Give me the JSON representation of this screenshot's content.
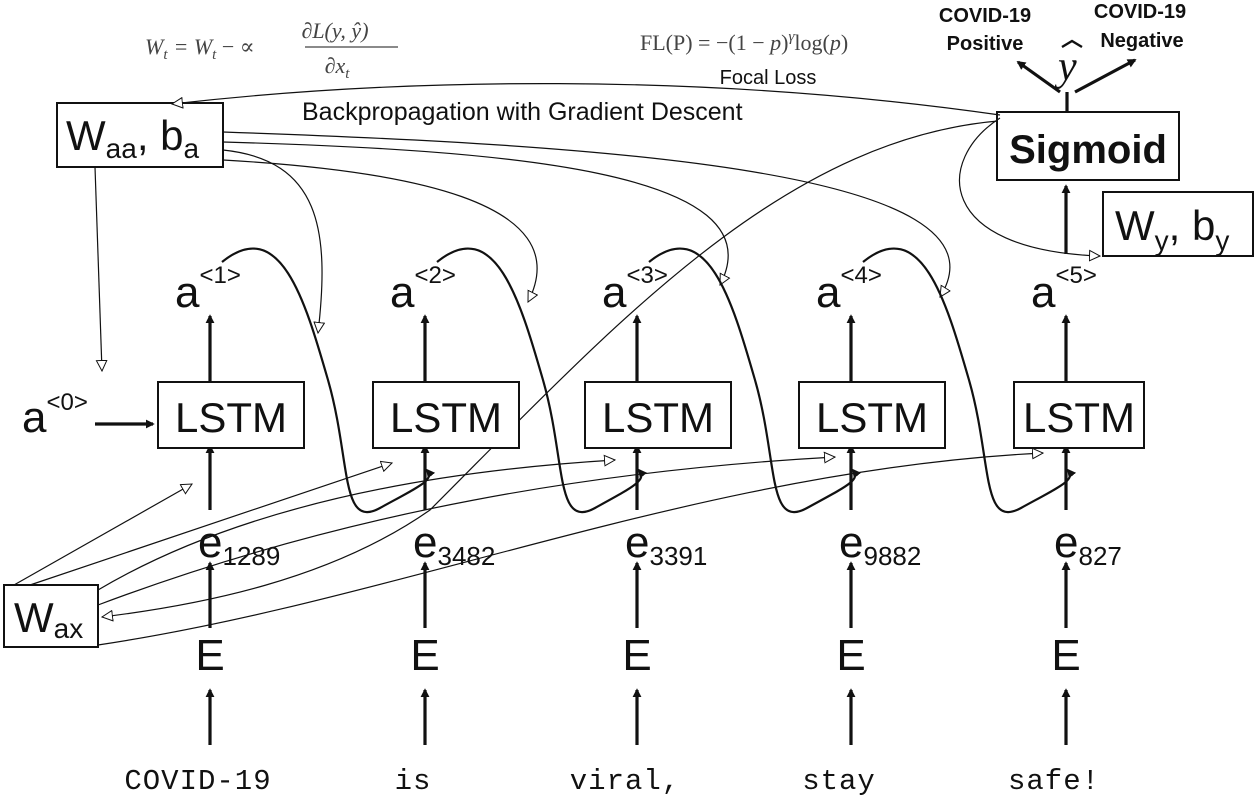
{
  "words": [
    "COVID-19",
    "is",
    "viral,",
    "stay",
    "safe!"
  ],
  "embedding_layer": "E",
  "embeddings": [
    {
      "base": "e",
      "sub": "1289"
    },
    {
      "base": "e",
      "sub": "3482"
    },
    {
      "base": "e",
      "sub": "3391"
    },
    {
      "base": "e",
      "sub": "9882"
    },
    {
      "base": "e",
      "sub": "827"
    }
  ],
  "cell_label": "LSTM",
  "activations": [
    {
      "base": "a",
      "sup": "<1>"
    },
    {
      "base": "a",
      "sup": "<2>"
    },
    {
      "base": "a",
      "sup": "<3>"
    },
    {
      "base": "a",
      "sup": "<4>"
    },
    {
      "base": "a",
      "sup": "<5>"
    }
  ],
  "initial_activation": {
    "base": "a",
    "sup": "<0>"
  },
  "weights": {
    "waa": {
      "base": "W",
      "sub": "aa",
      "tail": ", b",
      "tail_sub": "a"
    },
    "wax": {
      "base": "W",
      "sub": "ax"
    },
    "wy": {
      "base": "W",
      "sub": "y",
      "tail": ", b",
      "tail_sub": "y"
    }
  },
  "sigmoid_label": "Sigmoid",
  "output_symbol": "y",
  "outputs": {
    "positive": {
      "line1": "COVID-19",
      "line2": "Positive"
    },
    "negative": {
      "line1": "COVID-19",
      "line2": "Negative"
    }
  },
  "backprop_label": "Backpropagation with Gradient Descent",
  "focal_loss_label": "Focal Loss",
  "update_formula": {
    "lhs": "W",
    "lhs_sub": "t",
    "rhs": "= W",
    "rhs_sub": "t",
    "alpha": " − ∝ ",
    "num": "∂L(y, ŷ)",
    "den": "∂x",
    "den_sub": "t"
  },
  "focal_formula": {
    "prefix": "FL(P) = −(1 − ",
    "p1": "p",
    "mid": ")",
    "gamma": "γ",
    "log": "log(",
    "p2": "p",
    "end": ")"
  }
}
